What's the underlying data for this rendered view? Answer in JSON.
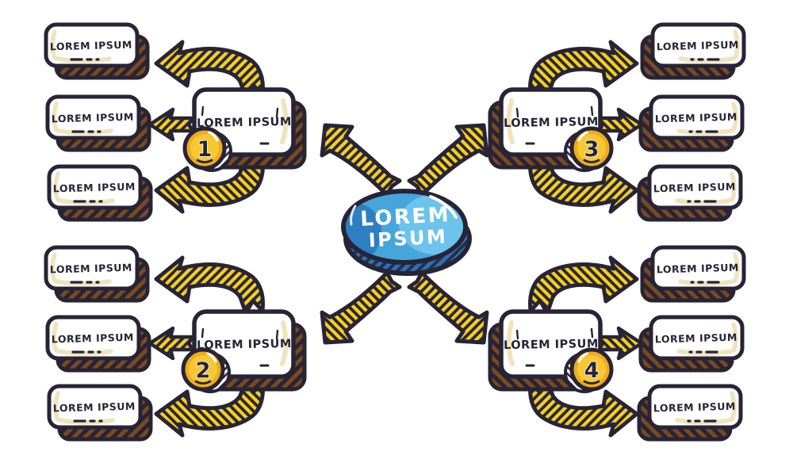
{
  "diagram": {
    "type": "mindmap",
    "center": {
      "line1": "LOREM",
      "line2": "IPSUM"
    },
    "branches": [
      {
        "number": "1",
        "label": "LOREM IPSUM",
        "position": "top-left",
        "children": [
          "LOREM IPSUM",
          "LOREM IPSUM",
          "LOREM IPSUM"
        ]
      },
      {
        "number": "2",
        "label": "LOREM IPSUM",
        "position": "bottom-left",
        "children": [
          "LOREM IPSUM",
          "LOREM IPSUM",
          "LOREM IPSUM"
        ]
      },
      {
        "number": "3",
        "label": "LOREM IPSUM",
        "position": "top-right",
        "children": [
          "LOREM IPSUM",
          "LOREM IPSUM",
          "LOREM IPSUM"
        ]
      },
      {
        "number": "4",
        "label": "LOREM IPSUM",
        "position": "bottom-right",
        "children": [
          "LOREM IPSUM",
          "LOREM IPSUM",
          "LOREM IPSUM"
        ]
      }
    ]
  },
  "colors": {
    "ink": "#272436",
    "arrow_yellow": "#f5cf1e",
    "shadow_brown": "#7b4a1f",
    "badge_gold": "#eeac1f",
    "badge_gold_light": "#f8c834",
    "center_blue": "#46a6db",
    "center_blue_light": "#6cc3ec",
    "center_blue_dark": "#2e7fc1",
    "center_shadow_blue": "#2e6fb5",
    "cream": "#f1e3bb",
    "background": "#ffffff"
  }
}
